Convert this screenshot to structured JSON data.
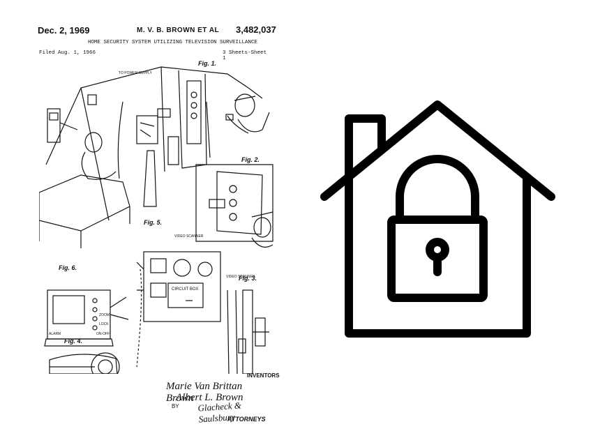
{
  "patent": {
    "date": "Dec. 2, 1969",
    "inventors_header": "M. V. B. BROWN ET AL",
    "number": "3,482,037",
    "title": "HOME SECURITY SYSTEM UTILIZING TELEVISION SURVEILLANCE",
    "filed": "Filed Aug. 1, 1966",
    "sheets": "3 Sheets-Sheet 1",
    "inventors_label": "INVENTORS",
    "inventor_1": "Marie Van Brittan Brown",
    "inventor_2": "Albert L. Brown",
    "by_label": "BY",
    "signature": "Glacheck & Saulsbury",
    "attorneys_label": "ATTORNEYS"
  },
  "figures": {
    "fig1": "Fig. 1.",
    "fig2": "Fig. 2.",
    "fig3": "Fig. 3.",
    "fig4": "Fig. 4.",
    "fig5": "Fig. 5.",
    "fig6": "Fig. 6."
  },
  "drawing_labels": {
    "to_power_supply": "TO POWER SUPPLY",
    "video_scanner": "VIDEO SCANNER",
    "circuit_box": "CIRCUIT BOX",
    "video_scanner_2": "VIDEO SCANNER",
    "alarm": "ALARM",
    "on_off": "ON-OFF",
    "lock": "LOCK",
    "zoom": "ZOOM"
  },
  "colors": {
    "ink": "#111111",
    "icon_stroke": "#000000",
    "background": "#ffffff"
  },
  "icons": {
    "right": "house-lock-icon"
  }
}
